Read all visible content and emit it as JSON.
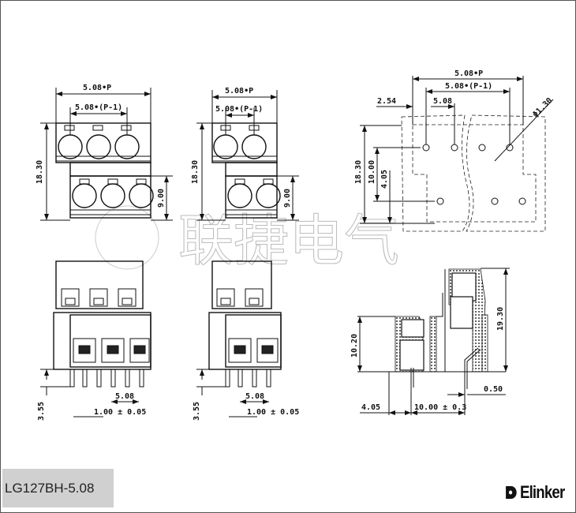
{
  "watermark": "联捷电气",
  "top_view_3p": {
    "pitch_total": "5.08•P",
    "pitch_inner": "5.08•(P-1)",
    "height": "18.30",
    "lower_height": "9.00"
  },
  "top_view_2p": {
    "pitch_total": "5.08•P",
    "pitch_inner": "5.08•(P-1)",
    "height": "18.30",
    "lower_height": "9.00"
  },
  "pcb_layout": {
    "pitch_total": "5.08•P",
    "pitch_inner": "5.08•(P-1)",
    "offset": "2.54",
    "pitch": "5.08",
    "hole_dia": "Φ1.30",
    "height": "18.30",
    "row_spacing": "10.00",
    "row_offset": "4.05"
  },
  "front_view_3p": {
    "pin_length": "3.55",
    "pitch": "5.08",
    "pin_width": "1.00 ± 0.05"
  },
  "front_view_2p": {
    "pin_length": "3.55",
    "pitch": "5.08",
    "pin_width": "1.00 ± 0.05"
  },
  "side_view": {
    "lower_height": "10.20",
    "total_height": "19.30",
    "offset": "4.05",
    "row_spacing": "10.00 ± 0.3",
    "pin_offset": "0.50"
  },
  "footer": {
    "model": "LG127BH-5.08",
    "brand": "Elinker"
  }
}
